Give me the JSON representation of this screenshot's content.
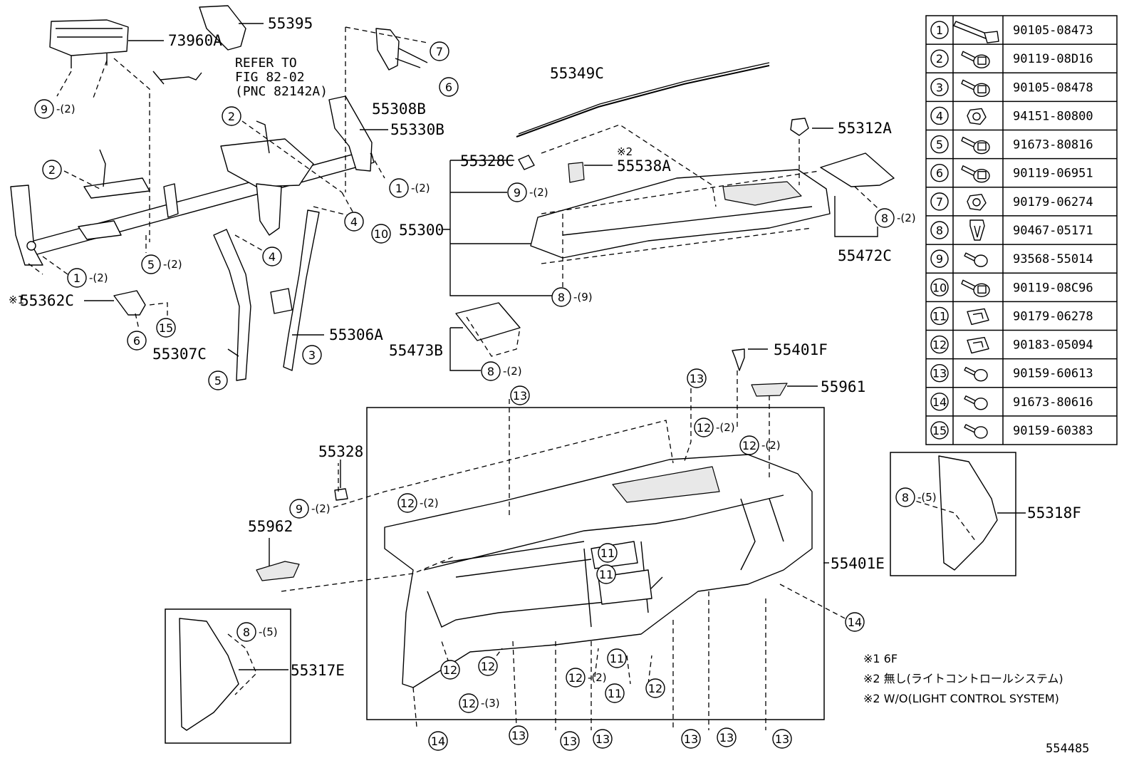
{
  "illustration_number": "554485",
  "reference_note": [
    "REFER TO",
    "FIG 82-02",
    "(PNC 82142A)"
  ],
  "markers": {
    "m1": "※1",
    "m2": "※2"
  },
  "footnotes": [
    "※1 6F",
    "※2 無し(ライトコントロールシステム)",
    "※2 W/O(LIGHT CONTROL SYSTEM)"
  ],
  "part_labels": [
    {
      "id": "73960A",
      "text": "73960A"
    },
    {
      "id": "55395",
      "text": "55395"
    },
    {
      "id": "55308B",
      "text": "55308B"
    },
    {
      "id": "55330B",
      "text": "55330B"
    },
    {
      "id": "55349C",
      "text": "55349C"
    },
    {
      "id": "55312A",
      "text": "55312A"
    },
    {
      "id": "55328C",
      "text": "55328C"
    },
    {
      "id": "55538A",
      "text": "55538A"
    },
    {
      "id": "55300",
      "text": "55300"
    },
    {
      "id": "55472C",
      "text": "55472C"
    },
    {
      "id": "55362C",
      "text": "55362C"
    },
    {
      "id": "55307C",
      "text": "55307C"
    },
    {
      "id": "55306A",
      "text": "55306A"
    },
    {
      "id": "55473B",
      "text": "55473B"
    },
    {
      "id": "55401F",
      "text": "55401F"
    },
    {
      "id": "55961",
      "text": "55961"
    },
    {
      "id": "55328",
      "text": "55328"
    },
    {
      "id": "55962",
      "text": "55962"
    },
    {
      "id": "55401E",
      "text": "55401E"
    },
    {
      "id": "55318F",
      "text": "55318F"
    },
    {
      "id": "55317E",
      "text": "55317E"
    }
  ],
  "callouts": [
    {
      "num": "9",
      "qty": "(2)"
    },
    {
      "num": "2",
      "qty": ""
    },
    {
      "num": "2",
      "qty": ""
    },
    {
      "num": "1",
      "qty": "(2)"
    },
    {
      "num": "5",
      "qty": "(2)"
    },
    {
      "num": "1",
      "qty": "(2)"
    },
    {
      "num": "4",
      "qty": ""
    },
    {
      "num": "10",
      "qty": ""
    },
    {
      "num": "4",
      "qty": ""
    },
    {
      "num": "7",
      "qty": ""
    },
    {
      "num": "6",
      "qty": ""
    },
    {
      "num": "6",
      "qty": ""
    },
    {
      "num": "15",
      "qty": ""
    },
    {
      "num": "5",
      "qty": ""
    },
    {
      "num": "3",
      "qty": ""
    },
    {
      "num": "9",
      "qty": "(2)"
    },
    {
      "num": "8",
      "qty": "(9)"
    },
    {
      "num": "8",
      "qty": "(2)"
    },
    {
      "num": "8",
      "qty": "(2)"
    },
    {
      "num": "13",
      "qty": ""
    },
    {
      "num": "13",
      "qty": ""
    },
    {
      "num": "12",
      "qty": "(2)"
    },
    {
      "num": "12",
      "qty": "(2)"
    },
    {
      "num": "9",
      "qty": "(2)"
    },
    {
      "num": "12",
      "qty": "(2)"
    },
    {
      "num": "11",
      "qty": ""
    },
    {
      "num": "11",
      "qty": ""
    },
    {
      "num": "14",
      "qty": ""
    },
    {
      "num": "12",
      "qty": ""
    },
    {
      "num": "12",
      "qty": ""
    },
    {
      "num": "12",
      "qty": "(2)"
    },
    {
      "num": "11",
      "qty": ""
    },
    {
      "num": "11",
      "qty": ""
    },
    {
      "num": "12",
      "qty": ""
    },
    {
      "num": "12",
      "qty": "(3)"
    },
    {
      "num": "14",
      "qty": ""
    },
    {
      "num": "13",
      "qty": ""
    },
    {
      "num": "13",
      "qty": ""
    },
    {
      "num": "13",
      "qty": ""
    },
    {
      "num": "13",
      "qty": ""
    },
    {
      "num": "13",
      "qty": ""
    },
    {
      "num": "13",
      "qty": ""
    },
    {
      "num": "8",
      "qty": "(5)"
    },
    {
      "num": "8",
      "qty": "(5)"
    }
  ],
  "fastener_table": [
    {
      "num": "1",
      "part": "90105-08473",
      "icon": "long-bolt-icon"
    },
    {
      "num": "2",
      "part": "90119-08D16",
      "icon": "flange-bolt-icon"
    },
    {
      "num": "3",
      "part": "90105-08478",
      "icon": "flange-bolt-icon"
    },
    {
      "num": "4",
      "part": "94151-80800",
      "icon": "nut-icon"
    },
    {
      "num": "5",
      "part": "91673-80816",
      "icon": "flange-bolt-icon"
    },
    {
      "num": "6",
      "part": "90119-06951",
      "icon": "flange-bolt-icon"
    },
    {
      "num": "7",
      "part": "90179-06274",
      "icon": "nut-icon"
    },
    {
      "num": "8",
      "part": "90467-05171",
      "icon": "clip-icon"
    },
    {
      "num": "9",
      "part": "93568-55014",
      "icon": "screw-icon"
    },
    {
      "num": "10",
      "part": "90119-08C96",
      "icon": "flange-bolt-icon"
    },
    {
      "num": "11",
      "part": "90179-06278",
      "icon": "spring-nut-icon"
    },
    {
      "num": "12",
      "part": "90183-05094",
      "icon": "spring-nut-icon"
    },
    {
      "num": "13",
      "part": "90159-60613",
      "icon": "screw-icon"
    },
    {
      "num": "14",
      "part": "91673-80616",
      "icon": "screw-icon"
    },
    {
      "num": "15",
      "part": "90159-60383",
      "icon": "screw-icon"
    }
  ]
}
